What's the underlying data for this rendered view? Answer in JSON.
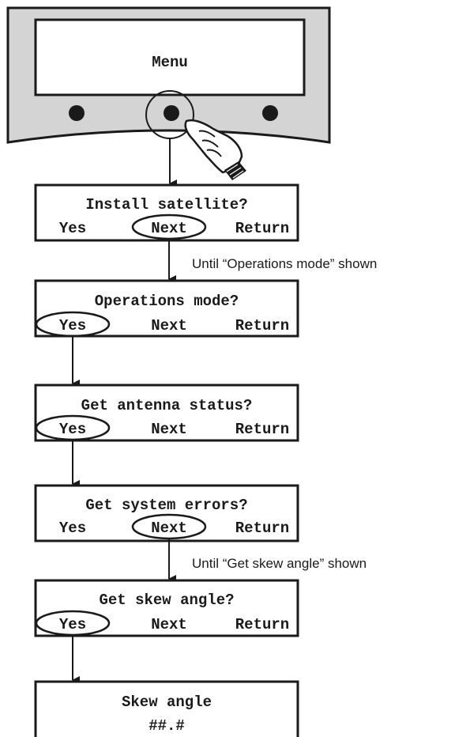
{
  "device": {
    "display_text": "Menu",
    "buttons": [
      "left-button",
      "center-button",
      "right-button"
    ]
  },
  "screens": [
    {
      "title": "Install satellite?",
      "options": [
        "Yes",
        "Next",
        "Return"
      ],
      "selected": "Next"
    },
    {
      "title": "Operations mode?",
      "options": [
        "Yes",
        "Next",
        "Return"
      ],
      "selected": "Yes"
    },
    {
      "title": "Get antenna status?",
      "options": [
        "Yes",
        "Next",
        "Return"
      ],
      "selected": "Yes"
    },
    {
      "title": "Get system errors?",
      "options": [
        "Yes",
        "Next",
        "Return"
      ],
      "selected": "Next"
    },
    {
      "title": "Get skew angle?",
      "options": [
        "Yes",
        "Next",
        "Return"
      ],
      "selected": "Yes"
    },
    {
      "title": "Skew angle",
      "value": "##.#"
    }
  ],
  "notes": {
    "after_install": "Until “Operations mode” shown",
    "after_errors": "Until “Get skew angle” shown"
  },
  "colors": {
    "ink": "#1a1a1a",
    "device_fill": "#d4d4d4",
    "background": "#ffffff"
  },
  "icons": {
    "hand": "pointing-hand-icon"
  }
}
